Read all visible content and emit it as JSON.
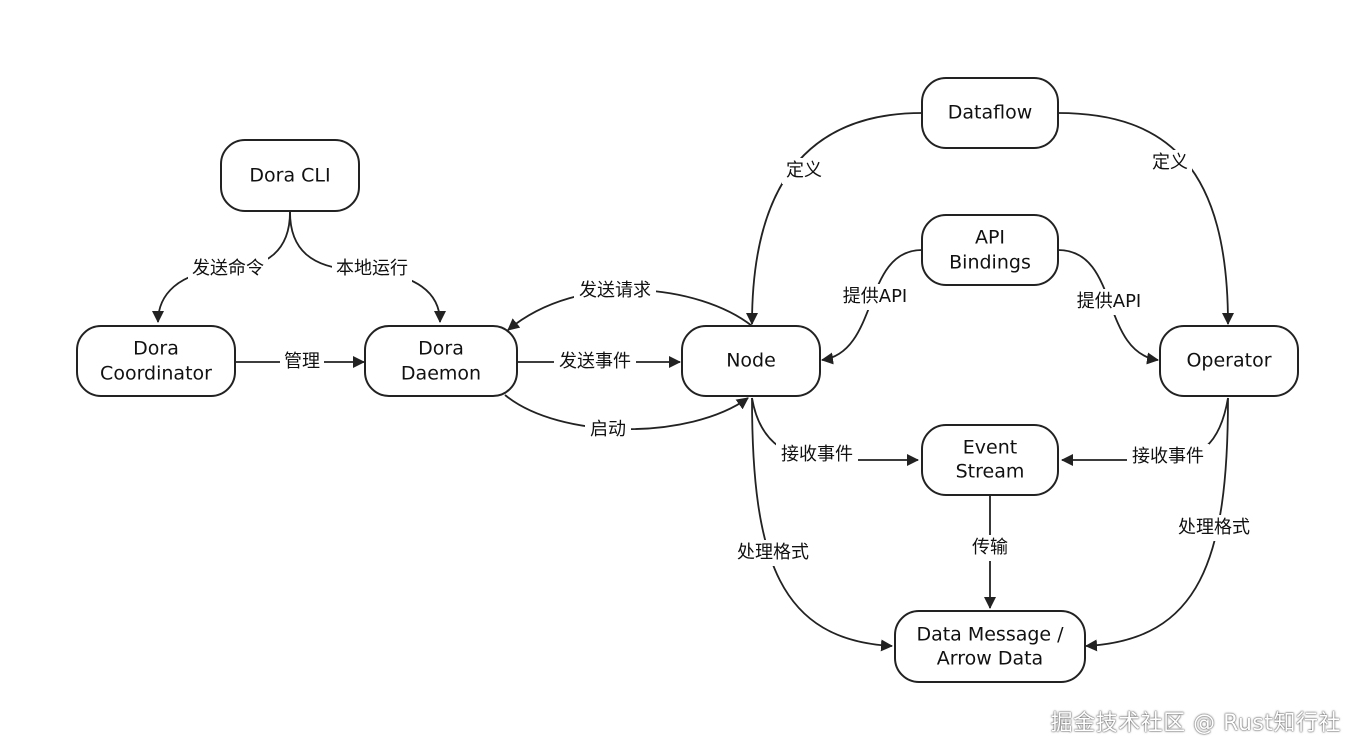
{
  "nodes": {
    "dora_cli": [
      "Dora CLI"
    ],
    "dora_coordinator": [
      "Dora",
      "Coordinator"
    ],
    "dora_daemon": [
      "Dora",
      "Daemon"
    ],
    "node": [
      "Node"
    ],
    "dataflow": [
      "Dataflow"
    ],
    "api_bindings": [
      "API",
      "Bindings"
    ],
    "operator": [
      "Operator"
    ],
    "event_stream": [
      "Event",
      "Stream"
    ],
    "data_message": [
      "Data Message /",
      "Arrow Data"
    ]
  },
  "edges": {
    "cli_to_coordinator": "发送命令",
    "cli_to_daemon": "本地运行",
    "coordinator_to_daemon": "管理",
    "node_to_daemon": "发送请求",
    "daemon_to_node_events": "发送事件",
    "daemon_starts_node": "启动",
    "dataflow_to_node": "定义",
    "dataflow_to_operator": "定义",
    "api_to_node": "提供API",
    "api_to_operator": "提供API",
    "node_receives_events": "接收事件",
    "operator_receives_events": "接收事件",
    "stream_to_message": "传输",
    "node_to_message": "处理格式",
    "operator_to_message": "处理格式"
  },
  "watermark": "掘金技术社区 @ Rust知行社"
}
